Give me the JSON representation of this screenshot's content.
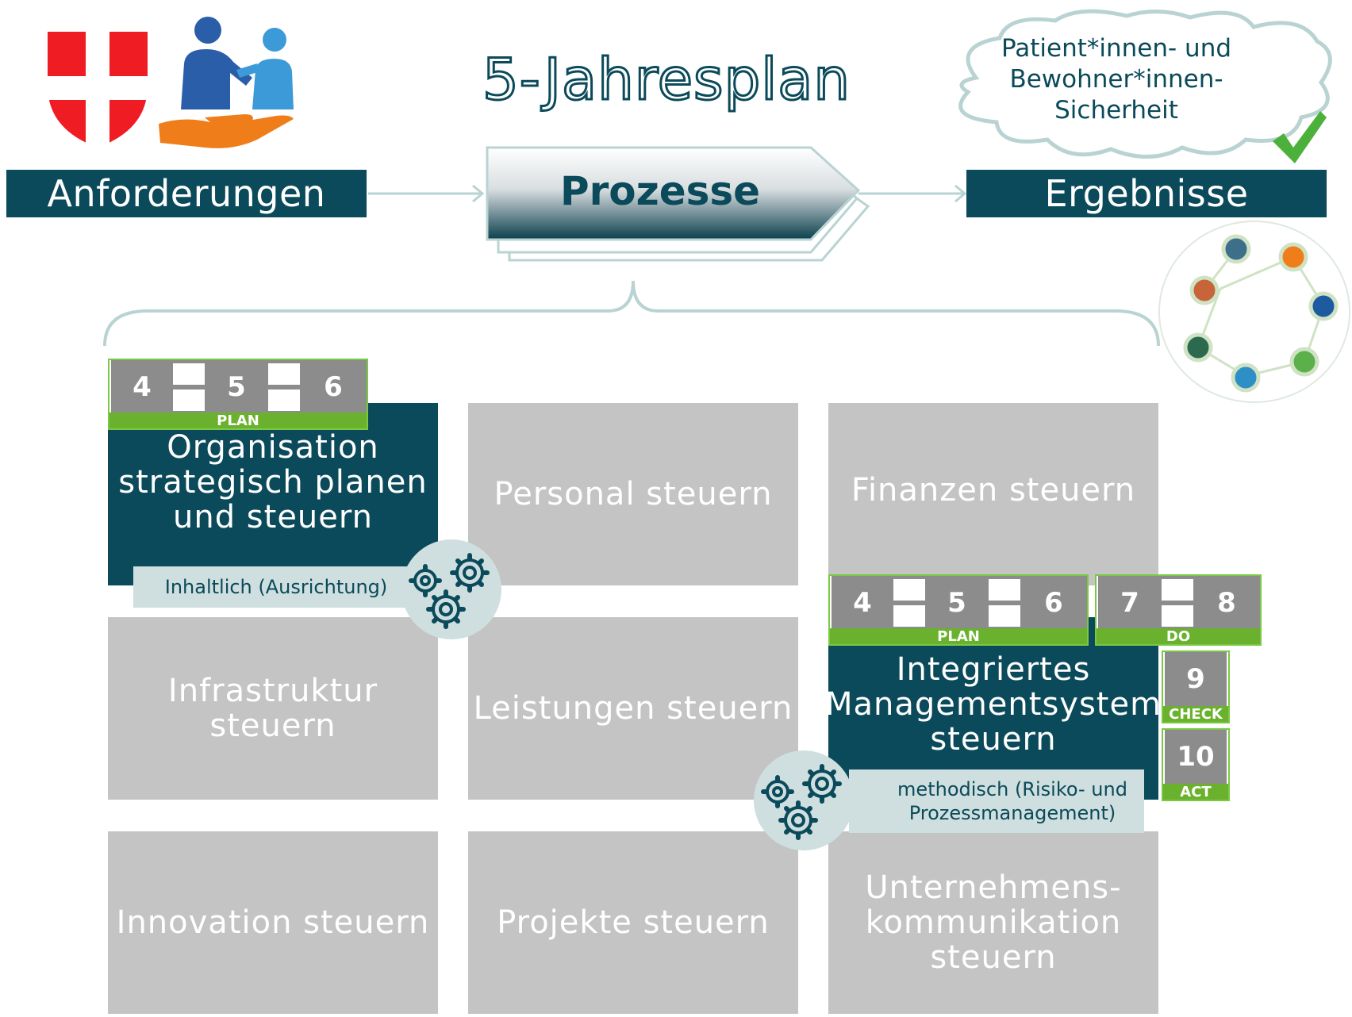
{
  "header": {
    "title": "5-Jahresplan",
    "left_label": "Anforderungen",
    "center_label": "Prozesse",
    "right_label": "Ergebnisse",
    "cloud_text_line1": "Patient*innen- und",
    "cloud_text_line2": "Bewohner*innen-",
    "cloud_text_line3": "Sicherheit"
  },
  "tiles": {
    "t1": {
      "line1": "Organisation",
      "line2": "strategisch planen",
      "line3": "und steuern"
    },
    "t2": "Personal steuern",
    "t3": "Finanzen steuern",
    "t4": {
      "line1": "Infrastruktur",
      "line2": "steuern"
    },
    "t5": "Leistungen steuern",
    "t6": {
      "line1": "Integriertes",
      "line2": "Managementsystem",
      "line3": "steuern"
    },
    "t7": "Innovation steuern",
    "t8": "Projekte steuern",
    "t9": {
      "line1": "Unternehmens-",
      "line2": "kommunikation",
      "line3": "steuern"
    }
  },
  "notes": {
    "inhaltlich": "Inhaltlich (Ausrichtung)",
    "methodisch_line1": "methodisch (Risiko- und",
    "methodisch_line2": "Prozessmanagement)"
  },
  "steps_top": {
    "n1": "4",
    "n2": "5",
    "n3": "6",
    "band": "PLAN"
  },
  "steps_right_plan": {
    "n1": "4",
    "n2": "5",
    "n3": "6",
    "band": "PLAN"
  },
  "steps_right_do": {
    "n1": "7",
    "n2": "8",
    "band": "DO"
  },
  "steps_check": {
    "n": "9",
    "band": "CHECK"
  },
  "steps_act": {
    "n": "10",
    "band": "ACT"
  },
  "colors": {
    "dark_teal": "#0b4a5a",
    "tile_grey": "#c4c4c4",
    "note_bg": "#cfdfdf",
    "green": "#6ab12d",
    "step_grey": "#8c8c8c"
  }
}
